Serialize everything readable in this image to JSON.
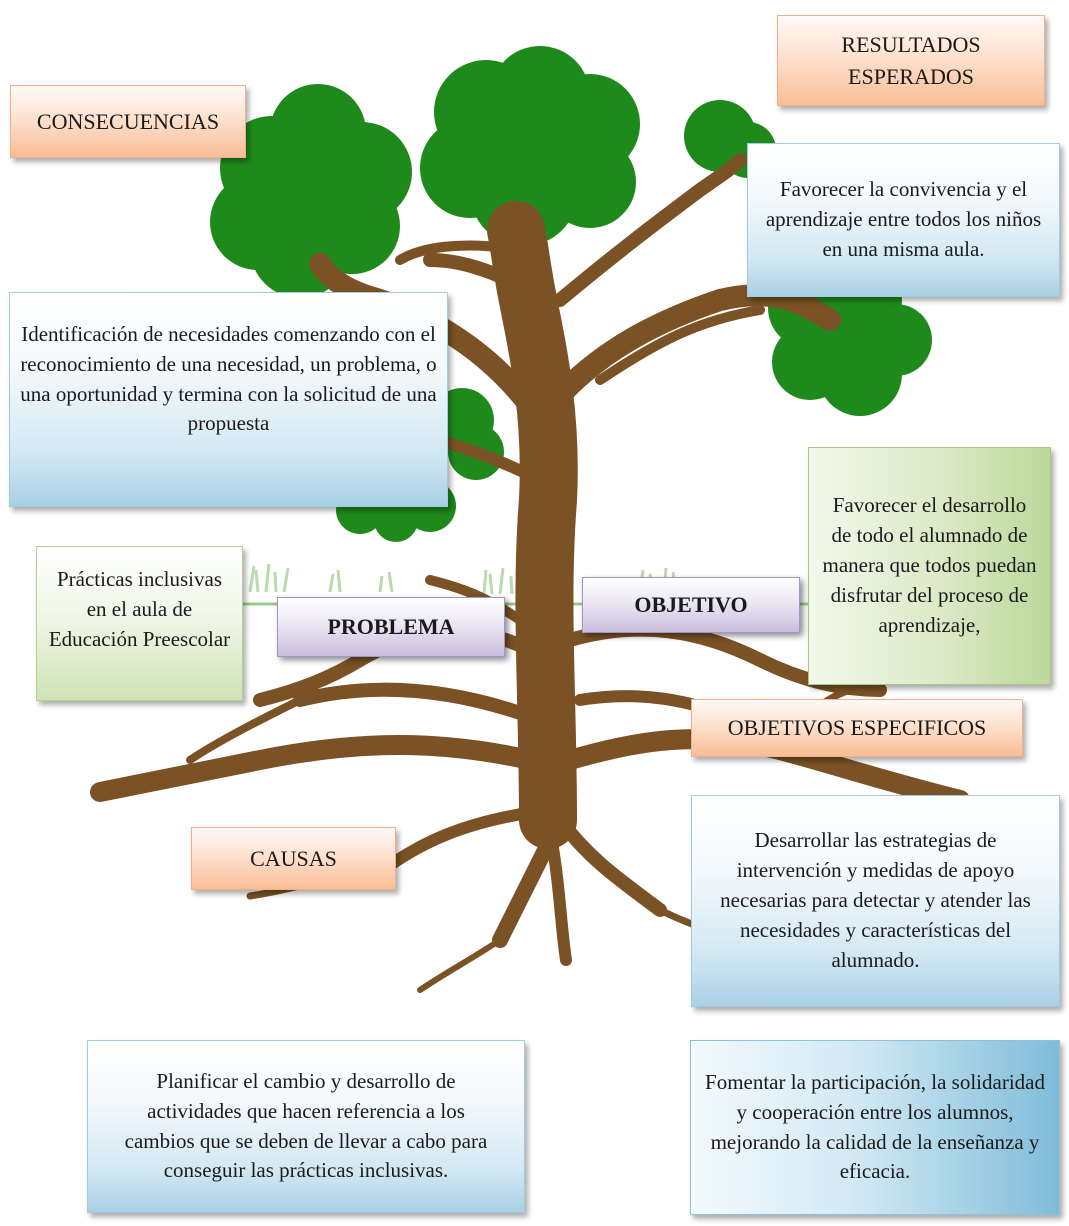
{
  "labels": {
    "consecuencias": "CONSECUENCIAS",
    "resultados": "RESULTADOS ESPERADOS",
    "problema": "PROBLEMA",
    "objetivo": "OBJETIVO",
    "objetivos_especificos": "OBJETIVOS ESPECIFICOS",
    "causas": "CAUSAS"
  },
  "texts": {
    "resultado_1": "Favorecer la convivencia y el aprendizaje entre todos los niños en una misma aula.",
    "consecuencia_1": "Identificación de necesidades comenzando con el reconocimiento de una necesidad, un problema, o una oportunidad y termina con la solicitud de una propuesta",
    "problema_desc": "Prácticas inclusivas en el aula de Educación Preescolar",
    "objetivo_desc": "Favorecer el desarrollo de todo el alumnado de manera que todos puedan disfrutar del proceso de aprendizaje,",
    "especifico_1": "Desarrollar las estrategias de intervención y medidas de apoyo necesarias para detectar y atender las necesidades y características del alumnado.",
    "causa_1": "Planificar el cambio y desarrollo de actividades que hacen referencia a los cambios que se deben de llevar a cabo para conseguir las prácticas inclusivas.",
    "especifico_2": "Fomentar la participación, la solidaridad y cooperación entre los alumnos, mejorando la calidad de la enseñanza y eficacia."
  },
  "colors": {
    "foliage": "#1f8a1c",
    "trunk": "#7a5225",
    "orange_box": "#f9bd96",
    "blue_box": "#a9d0e5",
    "green_box": "#cfe3b4",
    "purple_box": "#c9bede"
  }
}
